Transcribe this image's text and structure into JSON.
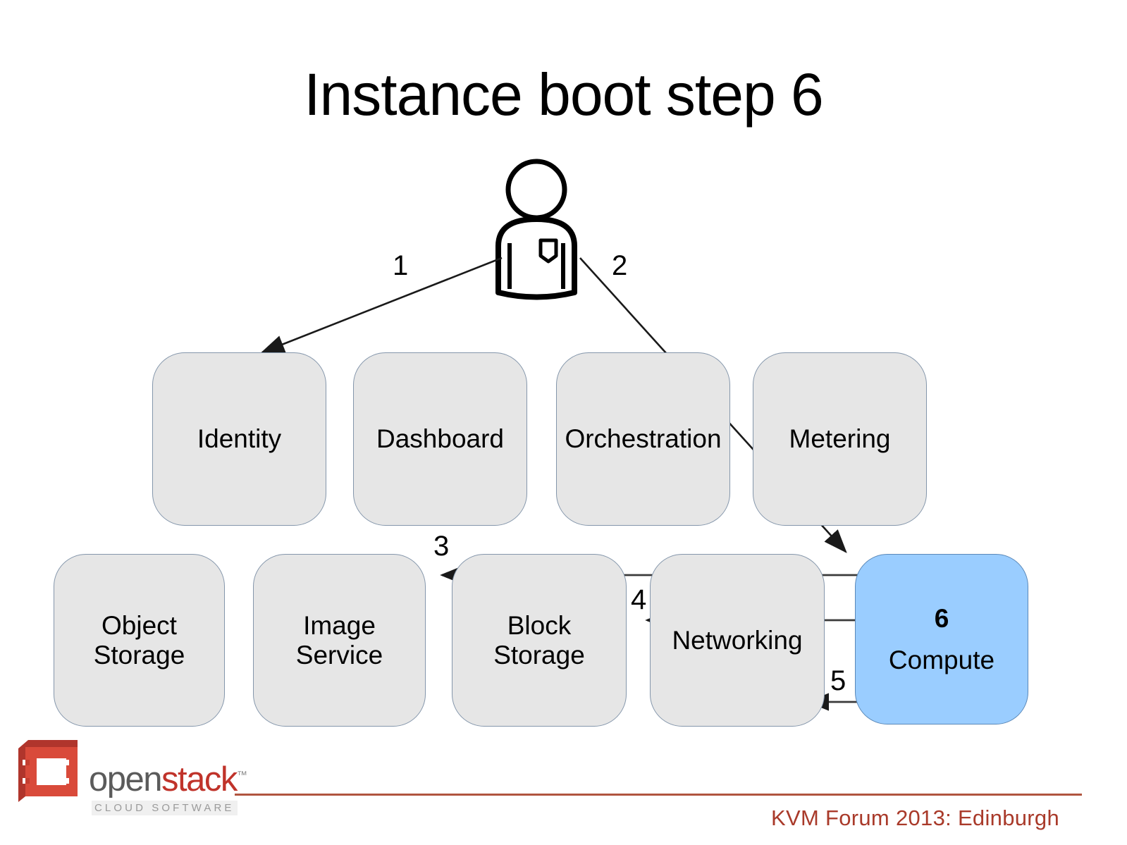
{
  "slide": {
    "title": "Instance boot step 6",
    "background": "#ffffff"
  },
  "actor": {
    "icon": "person-icon",
    "description": "person"
  },
  "colors": {
    "box_fill": "#e6e6e6",
    "box_border": "#8496ab",
    "accent_fill": "#9ACDFF",
    "accent_border": "#5a88b8",
    "arrow": "#1a1a1a",
    "footer_rule": "#b0553f",
    "footer_text": "#a93a2a",
    "logo_red": "#c0332a",
    "logo_gray": "#5b5b5b"
  },
  "rows": {
    "top": [
      {
        "id": "identity",
        "label": "Identity",
        "step": null,
        "highlight": false
      },
      {
        "id": "dashboard",
        "label": "Dashboard",
        "step": null,
        "highlight": false
      },
      {
        "id": "orchestration",
        "label": "Orchestration",
        "step": null,
        "highlight": false
      },
      {
        "id": "metering",
        "label": "Metering",
        "step": null,
        "highlight": false
      }
    ],
    "bottom": [
      {
        "id": "object-storage",
        "label": "Object\nStorage",
        "step": null,
        "highlight": false
      },
      {
        "id": "image-service",
        "label": "Image\nService",
        "step": null,
        "highlight": false
      },
      {
        "id": "block-storage",
        "label": "Block\nStorage",
        "step": null,
        "highlight": false
      },
      {
        "id": "networking",
        "label": "Networking",
        "step": null,
        "highlight": false
      },
      {
        "id": "compute",
        "label": "Compute",
        "step": "6",
        "highlight": true
      }
    ]
  },
  "flow_steps": [
    {
      "n": "1",
      "from": "user",
      "to": "identity"
    },
    {
      "n": "2",
      "from": "user",
      "to": "compute"
    },
    {
      "n": "3",
      "from": "compute",
      "to": "image-service"
    },
    {
      "n": "4",
      "from": "compute",
      "to": "block-storage"
    },
    {
      "n": "5",
      "from": "compute",
      "to": "networking"
    },
    {
      "n": "6",
      "from": "compute",
      "to": "compute"
    }
  ],
  "step_labels": {
    "s1": "1",
    "s2": "2",
    "s3": "3",
    "s4": "4",
    "s5": "5"
  },
  "footer": {
    "text": "KVM Forum 2013: Edinburgh"
  },
  "logo": {
    "word_open": "open",
    "word_stack": "stack",
    "trademark": "™",
    "tagline": "CLOUD SOFTWARE"
  }
}
